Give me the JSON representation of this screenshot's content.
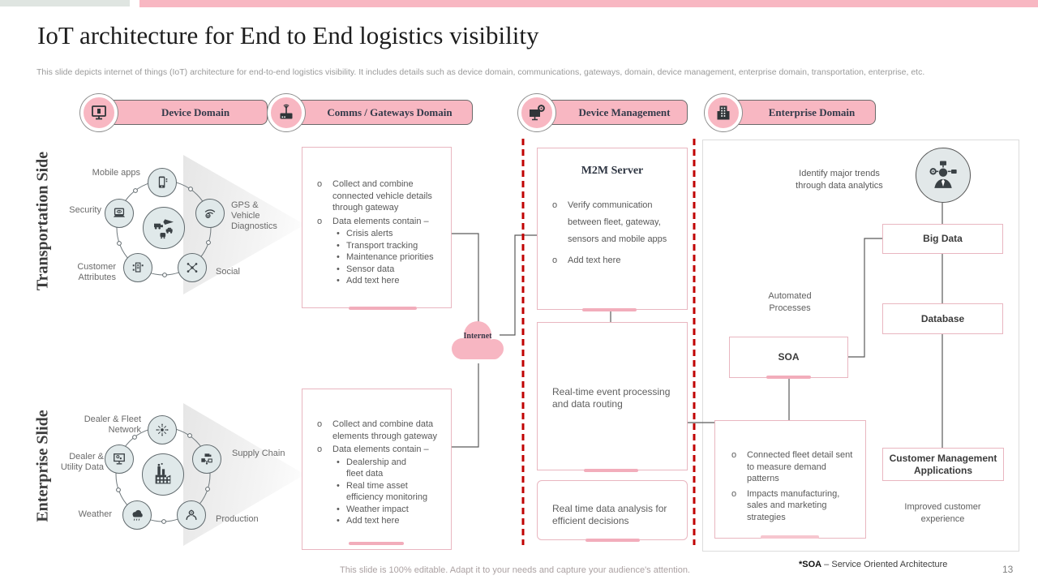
{
  "title": "IoT architecture for End to End logistics visibility",
  "subtitle": "This slide depicts internet of things (IoT) architecture for end-to-end logistics visibility. It includes details such as device domain, communications, gateways, domain, device management, enterprise domain, transportation, enterprise, etc.",
  "headers": {
    "device_domain": "Device Domain",
    "comms_domain": "Comms / Gateways Domain",
    "device_management": "Device Management",
    "enterprise_domain": "Enterprise Domain"
  },
  "side_labels": {
    "transportation": "Transportation Side",
    "enterprise": "Enterprise Slide"
  },
  "transport_cluster": {
    "labels": {
      "mobile": "Mobile apps",
      "security": "Security",
      "gps": "GPS &\nVehicle\nDiagnostics",
      "customer": "Customer\nAttributes",
      "social": "Social"
    }
  },
  "enterprise_cluster": {
    "labels": {
      "fleet": "Dealer & Fleet\nNetwork",
      "utility": "Dealer &\nUtility Data",
      "supply": "Supply Chain",
      "weather": "Weather",
      "production": "Production"
    }
  },
  "gateway_box_top": {
    "bullets": [
      "Collect and combine connected vehicle details through gateway",
      "Data elements contain –"
    ],
    "sub_bullets": [
      "Crisis alerts",
      "Transport tracking",
      "Maintenance priorities",
      "Sensor data",
      "Add text here"
    ]
  },
  "gateway_box_bottom": {
    "bullets": [
      "Collect and combine data elements through gateway",
      "Data elements contain –"
    ],
    "sub_bullets": [
      "Dealership and\nfleet data",
      "Real time asset\nefficiency monitoring",
      "Weather impact",
      "Add text here"
    ]
  },
  "m2m_box": {
    "title": "M2M Server",
    "bullets": [
      "Verify communication between fleet, gateway, sensors and mobile apps",
      "Add text here"
    ]
  },
  "cloud": {
    "label": "Internet"
  },
  "event_box": {
    "text": "Real-time event processing and data routing"
  },
  "analysis_box": {
    "text": "Real time data analysis for efficient decisions"
  },
  "fleet_box": {
    "bullets": [
      "Connected fleet detail sent to measure demand patterns",
      "Impacts manufacturing, sales and marketing strategies"
    ]
  },
  "enterprise_panel": {
    "identify": "Identify major trends\nthrough data analytics",
    "big_data": "Big Data",
    "database": "Database",
    "soa": "SOA",
    "automated": "Automated\nProcesses",
    "cma": "Customer Management\nApplications",
    "improved": "Improved customer\nexperience"
  },
  "footer": {
    "editable_note": "This slide is 100% editable. Adapt it to your needs and capture your audience's attention.",
    "soa_bold": "*SOA",
    "soa_rest": " – Service Oriented Architecture",
    "page_number": "13"
  },
  "colors": {
    "pink": "#f8b7c2",
    "pink_border": "#e9b6c0",
    "red_dash": "#c00000",
    "circle_fill": "#e0e9ea"
  }
}
